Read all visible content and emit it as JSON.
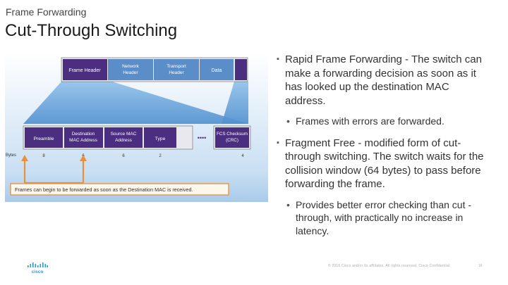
{
  "header": {
    "subtitle": "Frame Forwarding",
    "title": "Cut-Through Switching"
  },
  "diagram": {
    "top_fields": [
      "Frame Header",
      "Network Header",
      "Transport Header",
      "Data"
    ],
    "bottom_fields": [
      "Preamble",
      "Destination MAC Address",
      "Source MAC Address",
      "Type",
      "FCS Checksum (CRC)"
    ],
    "ellipsis": "••••",
    "bytes_label": "Bytes",
    "byte_values": [
      "8",
      "6",
      "6",
      "2",
      "4"
    ],
    "caption": "Frames can begin to be forwarded as soon as the Destination MAC is received."
  },
  "content": {
    "bullet1": "Rapid Frame Forwarding -  The switch can make a forwarding decision as soon as it has looked up the destination MAC address.",
    "sub1": "Frames with errors are forwarded.",
    "bullet2": "Fragment Free - modified form of cut-through switching. The switch waits for the collision window (64 bytes) to pass before forwarding the frame.",
    "sub2": "Provides better error checking than cut -through, with practically no increase in latency."
  },
  "footer": {
    "copyright": "© 2016  Cisco and/or its affiliates. All rights reserved.   Cisco Confidential",
    "page": "16"
  },
  "colors": {
    "accent_purple": "#4b2e80",
    "band_blue": "#5b8ec8",
    "light_blue": "#8cb6e1",
    "caption_orange": "#e8913a"
  }
}
